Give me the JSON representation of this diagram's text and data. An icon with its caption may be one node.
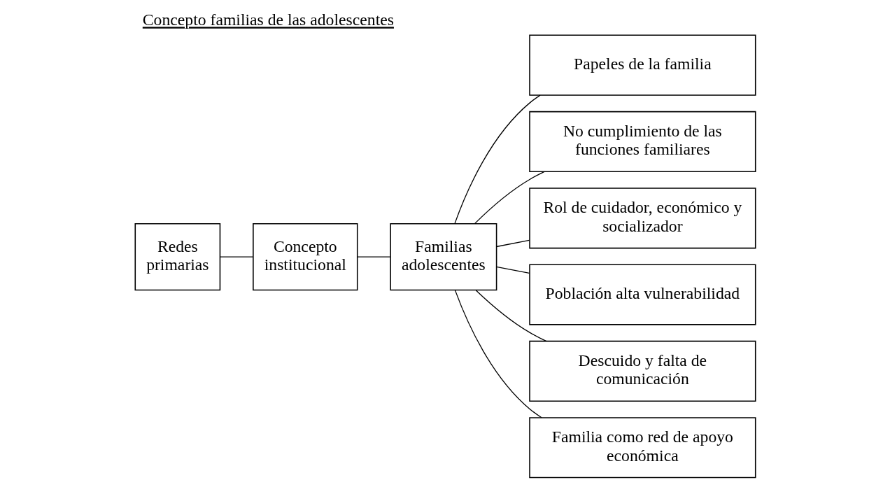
{
  "diagram": {
    "title": "Concepto familias de las adolescentes",
    "nodes": [
      {
        "text": [
          "Redes primarias"
        ]
      },
      {
        "text": [
          "Concepto institucional"
        ]
      },
      {
        "text": [
          "Familias adolescentes"
        ]
      },
      {
        "text": [
          "Papeles de la familia"
        ]
      },
      {
        "text": [
          "No cumplimiento de las funciones familiares"
        ]
      },
      {
        "text": [
          "Rol de cuidador, económico y socializador"
        ]
      },
      {
        "text": [
          "Población alta vulnerabilidad"
        ]
      },
      {
        "text": [
          "Descuido y falta de comunicación"
        ]
      },
      {
        "text": [
          "Familia como red de apoyo económica"
        ]
      }
    ],
    "edges": [
      {
        "from": 0,
        "to": 1,
        "arrow": "none"
      },
      {
        "from": 1,
        "to": 2,
        "arrow": "none"
      },
      {
        "from": 2,
        "to": 3,
        "arrow": "none"
      },
      {
        "from": 2,
        "to": 4,
        "arrow": "none"
      },
      {
        "from": 2,
        "to": 5,
        "arrow": "none"
      },
      {
        "from": 2,
        "to": 6,
        "arrow": "none"
      },
      {
        "from": 2,
        "to": 7,
        "arrow": "none"
      },
      {
        "from": 2,
        "to": 8,
        "arrow": "none"
      }
    ]
  }
}
